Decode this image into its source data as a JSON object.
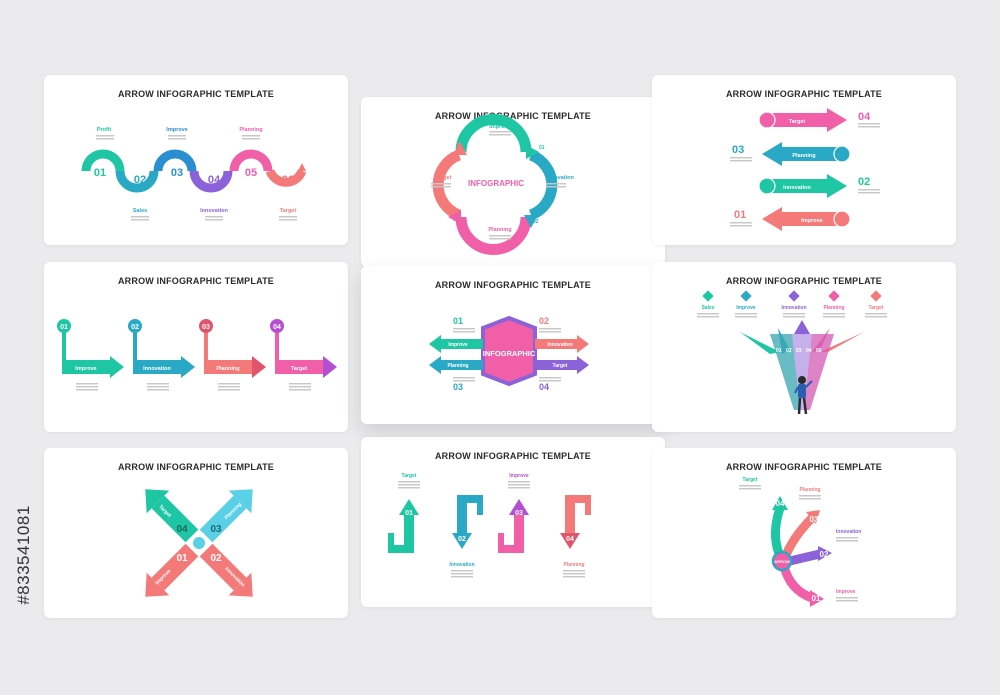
{
  "colors": {
    "teal": "#1ec6a4",
    "blue": "#2aa9c6",
    "purple": "#8b62d9",
    "pink": "#f15fa8",
    "coral": "#f47a7a",
    "green": "#25b98e",
    "violet": "#b44fd1"
  },
  "watermark": "#833541081",
  "cards": [
    {
      "title": "ARROW INFOGRAPHIC TEMPLATE",
      "numbers": [
        "01",
        "02",
        "03",
        "04",
        "05",
        "06"
      ],
      "labels": [
        "Profit",
        "Sales",
        "Improve",
        "Innovation",
        "Planning",
        "Target"
      ]
    },
    {
      "title": "ARROW INFOGRAPHIC TEMPLATE",
      "center": "INFOGRAPHIC",
      "numbers": [
        "01",
        "02",
        "03",
        "04"
      ],
      "labels": [
        "Improve",
        "Innovation",
        "Planning",
        "Target"
      ]
    },
    {
      "title": "ARROW INFOGRAPHIC TEMPLATE",
      "numbers": [
        "04",
        "03",
        "02",
        "01"
      ],
      "labels": [
        "Target",
        "Planning",
        "Innovation",
        "Improve"
      ]
    },
    {
      "title": "ARROW INFOGRAPHIC TEMPLATE",
      "numbers": [
        "01",
        "02",
        "03",
        "04"
      ],
      "labels": [
        "Improve",
        "Innovation",
        "Planning",
        "Target"
      ]
    },
    {
      "title": "ARROW INFOGRAPHIC TEMPLATE",
      "center": "INFOGRAPHIC",
      "numbers": [
        "01",
        "02",
        "03",
        "04"
      ],
      "labels": [
        "Improve",
        "Innovation",
        "Planning",
        "Target"
      ]
    },
    {
      "title": "ARROW INFOGRAPHIC TEMPLATE",
      "labels": [
        "Sales",
        "Improve",
        "Innovation",
        "Planning",
        "Target"
      ],
      "numbers": [
        "01",
        "02",
        "03",
        "04",
        "05"
      ]
    },
    {
      "title": "ARROW INFOGRAPHIC TEMPLATE",
      "numbers": [
        "04",
        "03",
        "01",
        "02"
      ],
      "labels": [
        "Target",
        "Planning",
        "Improve",
        "Innovation"
      ]
    },
    {
      "title": "ARROW INFOGRAPHIC TEMPLATE",
      "numbers": [
        "01",
        "02",
        "03",
        "04"
      ],
      "labels": [
        "Target",
        "Innovation",
        "Improve",
        "Planning"
      ]
    },
    {
      "title": "ARROW INFOGRAPHIC TEMPLATE",
      "center": "ARROW",
      "numbers": [
        "04",
        "03",
        "02",
        "01"
      ],
      "labels": [
        "Target",
        "Planning",
        "Innovation",
        "Improve"
      ]
    }
  ]
}
